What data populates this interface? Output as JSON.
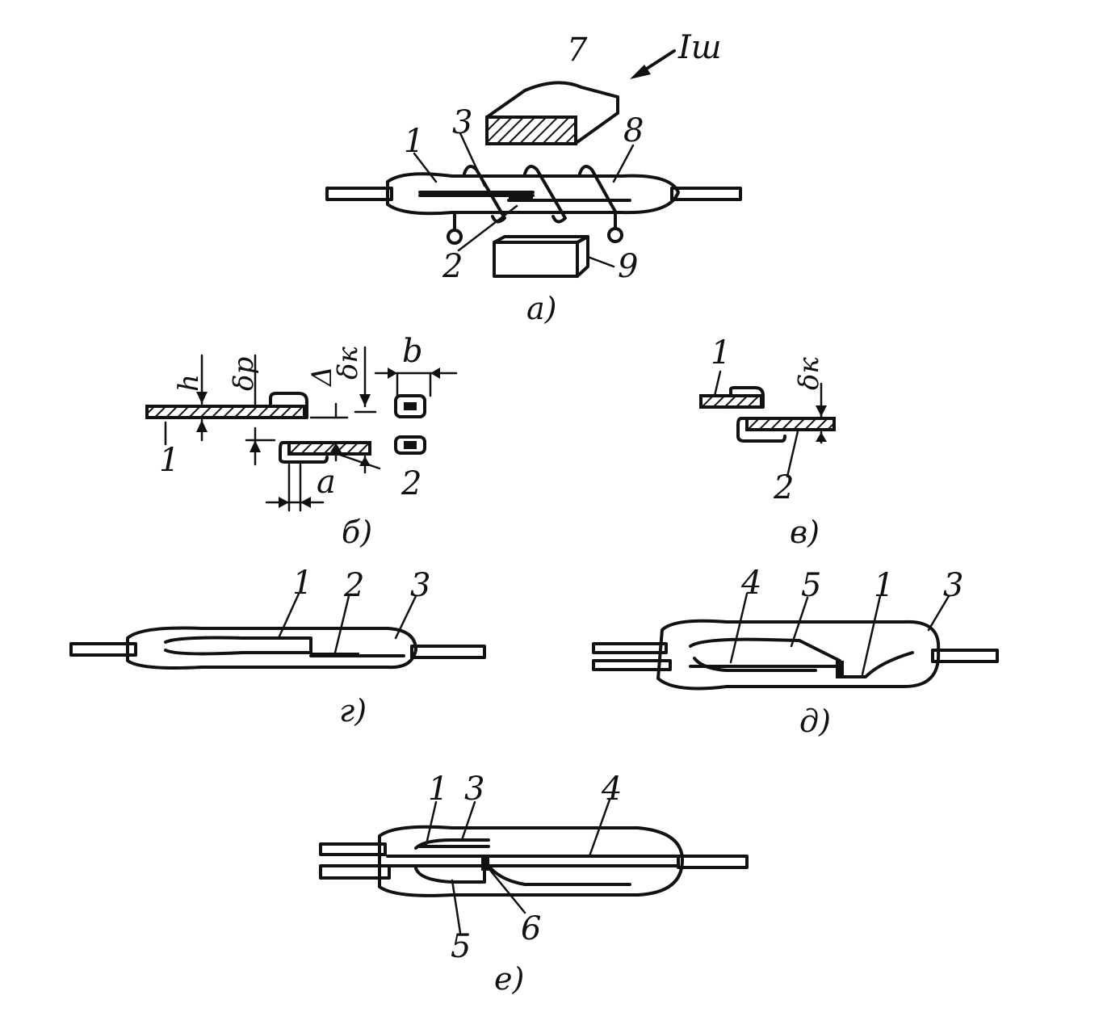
{
  "captions": {
    "a": "а)",
    "b": "б)",
    "v": "в)",
    "g": "г)",
    "d": "д)",
    "e": "е)"
  },
  "current_label": "Iш",
  "dims": {
    "h": "h",
    "delta_p": "δр",
    "big_delta": "Δ",
    "delta_k": "δк",
    "b": "b",
    "a": "a"
  },
  "nums": {
    "n1": "1",
    "n2": "2",
    "n3": "3",
    "n4": "4",
    "n5": "5",
    "n6": "6",
    "n7": "7",
    "n8": "8",
    "n9": "9"
  }
}
